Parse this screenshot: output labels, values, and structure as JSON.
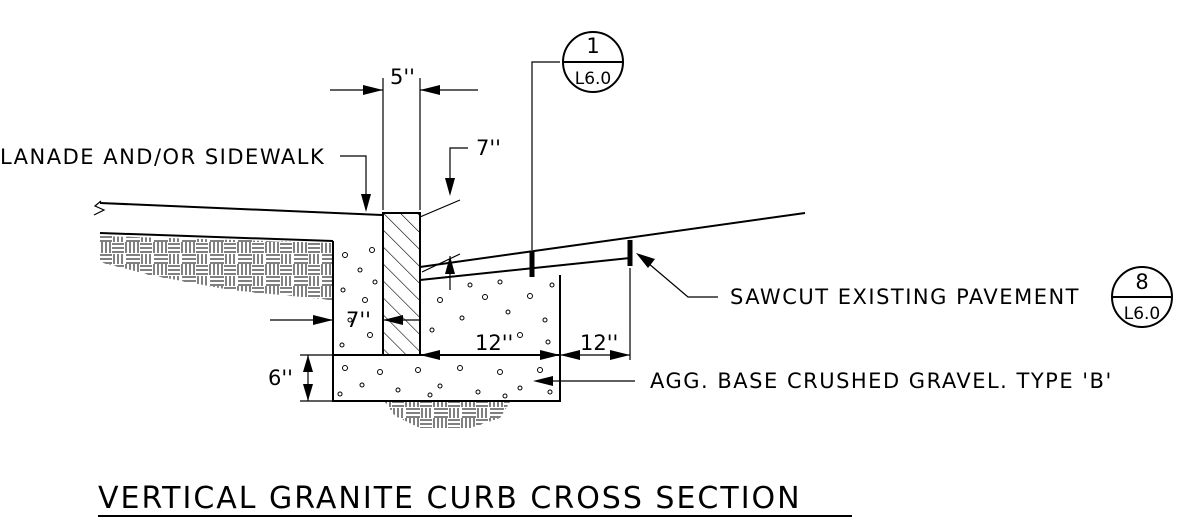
{
  "title": "VERTICAL GRANITE CURB CROSS SECTION",
  "labels": {
    "esplanade": "LANADE AND/OR SIDEWALK",
    "sawcut": "SAWCUT EXISTING PAVEMENT",
    "base": "AGG. BASE CRUSHED GRAVEL. TYPE 'B'"
  },
  "dimensions": {
    "curb_width": "5''",
    "reveal": "7''",
    "curb_depth": "7''",
    "gravel_width_1": "12''",
    "gravel_width_2": "12''",
    "base_thickness": "6''"
  },
  "callouts": {
    "detail_1_top": "1",
    "detail_1_bottom": "L6.0",
    "detail_8_top": "8",
    "detail_8_bottom": "L6.0"
  }
}
